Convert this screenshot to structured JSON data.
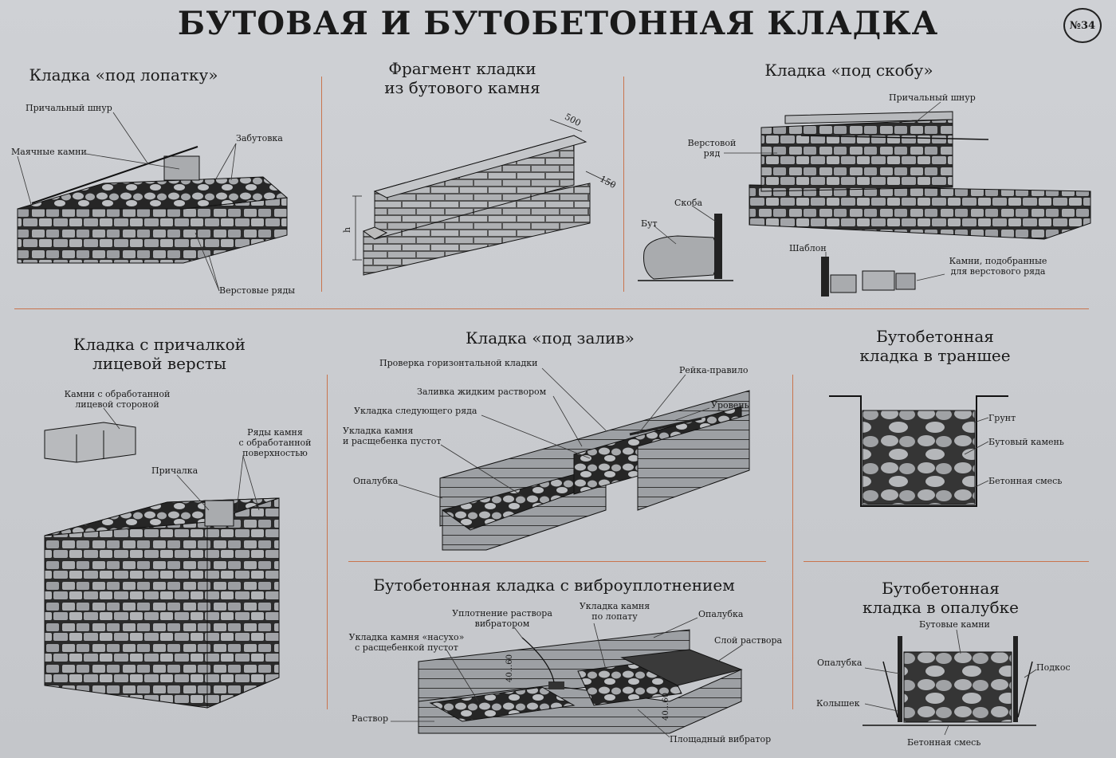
{
  "title": "БУТОВАЯ И БУТОБЕТОННАЯ КЛАДКА",
  "badge": "№34",
  "accent_color": "#c9744d",
  "sections": {
    "pod_lopatku": {
      "heading": "Кладка «под лопатку»",
      "labels": {
        "shnur": "Причальный шнур",
        "mayak": "Маячные камни",
        "zabutovka": "Забутовка",
        "verst": "Верстовые ряды"
      }
    },
    "fragment": {
      "heading_l1": "Фрагмент кладки",
      "heading_l2": "из бутового камня",
      "dims": {
        "len": "500",
        "thick": "150",
        "h": "h"
      }
    },
    "pod_skobu": {
      "heading": "Кладка «под скобу»",
      "labels": {
        "shnur": "Причальный шнур",
        "verst_l1": "Верстовой",
        "verst_l2": "ряд",
        "skoba": "Скоба",
        "but": "Бут",
        "shablon": "Шаблон",
        "kamni_l1": "Камни, подобранные",
        "kamni_l2": "для верстового ряда"
      }
    },
    "prichalka": {
      "heading_l1": "Кладка с причалкой",
      "heading_l2": "лицевой версты",
      "labels": {
        "kamni_l1": "Камни с обработанной",
        "kamni_l2": "лицевой стороной",
        "ryady_l1": "Ряды камня",
        "ryady_l2": "с обработанной",
        "ryady_l3": "поверхностью",
        "prichalka": "Причалка"
      }
    },
    "pod_zaliv": {
      "heading": "Кладка «под залив»",
      "labels": {
        "proverka": "Проверка горизонтальной кладки",
        "reyka": "Рейка-правило",
        "zalivka": "Заливка жидким раствором",
        "uroven": "Уровень",
        "ukladka_ryada": "Укладка следующего ряда",
        "ukladka_kamnya_l1": "Укладка камня",
        "ukladka_kamnya_l2": "и расщебенка пустот",
        "opalubka": "Опалубка"
      }
    },
    "transheya": {
      "heading_l1": "Бутобетонная",
      "heading_l2": "кладка в траншее",
      "labels": {
        "grunt": "Грунт",
        "butovy": "Бутовый камень",
        "beton": "Бетонная смесь"
      }
    },
    "vibro": {
      "heading": "Бутобетонная кладка с виброуплотнением",
      "labels": {
        "uplot_l1": "Уплотнение раствора",
        "uplot_l2": "вибратором",
        "lopatu_l1": "Укладка камня",
        "lopatu_l2": "по лопату",
        "opalubka": "Опалубка",
        "nasukho_l1": "Укладка камня «насухо»",
        "nasukho_l2": "с расщебенкой пустот",
        "sloy": "Слой раствора",
        "rastvor": "Раствор",
        "vibrator": "Площадный вибратор",
        "dim1": "40...60",
        "dim2": "40...60"
      }
    },
    "opalubka": {
      "heading_l1": "Бутобетонная",
      "heading_l2": "кладка в опалубке",
      "labels": {
        "butovye": "Бутовые камни",
        "opalubka": "Опалубка",
        "podkos": "Подкос",
        "kolyshek": "Колышек",
        "beton": "Бетонная смесь"
      }
    }
  }
}
